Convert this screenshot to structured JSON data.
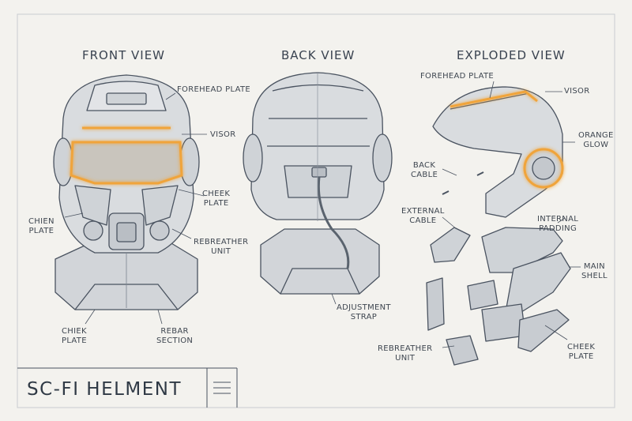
{
  "views": {
    "front": "FRONT VIEW",
    "back": "BACK VIEW",
    "exploded": "EXPLODED VIEW"
  },
  "front_labels": {
    "forehead_plate": "FOREHEAD PLATE",
    "visor": "VISOR",
    "cheek_plate": "CHEEK\nPLATE",
    "chien_plate": "CHIEN\nPLATE",
    "rebreather_unit": "REBREATHER\nUNIT",
    "chiek_plate": "CHIEK\nPLATE",
    "rebar_section": "REBAR\nSECTION"
  },
  "back_labels": {
    "adjustment_strap": "ADJUSTMENT\nSTRAP"
  },
  "exploded_labels": {
    "forehead_plate": "FOREHEAD PLATE",
    "visor": "VISOR",
    "orange_glow": "ORANGE\nGLOW",
    "back_cable": "BACK\nCABLE",
    "external_cable": "EXTERNAL\nCABLE",
    "internal_padding": "INTERNAL\nPADDING",
    "main_shell": "MAIN\nSHELL",
    "cheek_plate": "CHEEK\nPLATE",
    "rebreather_unit": "REBREATHER\nUNIT"
  },
  "title_block": {
    "title": "SC-FI HELMENT"
  },
  "colors": {
    "ink": "#4a5360",
    "fill": "#d9dcdf",
    "glow": "#f0a43a",
    "paper": "#f3f2ee"
  }
}
